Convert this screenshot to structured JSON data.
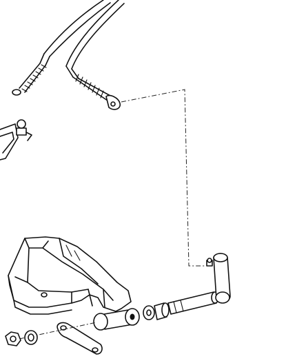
{
  "diagram": {
    "style": "monochrome exploded-view line drawing",
    "ink_color": "#111111",
    "background_color": "#ffffff",
    "parts": [
      "gear-selector-cable",
      "gear-shift-cable",
      "ball-joint-pivot",
      "mounting-bracket",
      "bush",
      "washer",
      "nut",
      "lever-arm",
      "cross-shaft",
      "shift-lever-with-ball-stud"
    ]
  }
}
